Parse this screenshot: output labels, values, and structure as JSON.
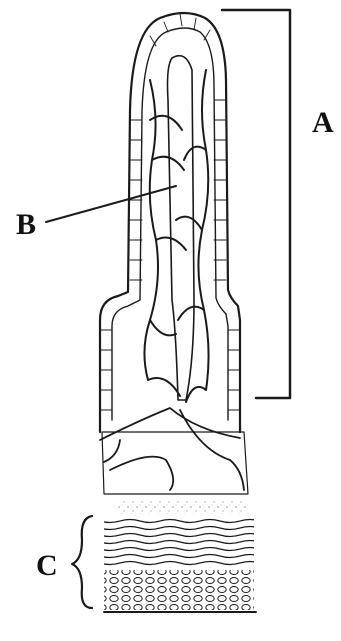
{
  "figure": {
    "labels": {
      "a": "A",
      "b": "B",
      "c": "C"
    },
    "colors": {
      "ink": "#1a1a1a",
      "background": "#ffffff",
      "stipple": "#555555"
    }
  }
}
